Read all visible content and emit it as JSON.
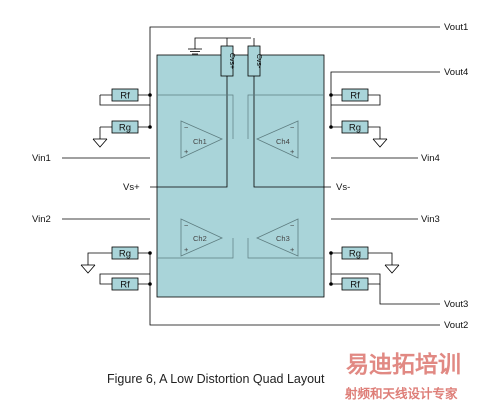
{
  "pins": {
    "vout1": "Vout1",
    "vout4": "Vout4",
    "vin1": "Vin1",
    "vin4": "Vin4",
    "vs_plus": "Vs+",
    "vs_minus": "Vs-",
    "vin2": "Vin2",
    "vin3": "Vin3",
    "vout3": "Vout3",
    "vout2": "Vout2"
  },
  "resistors": {
    "rf": "Rf",
    "rg": "Rg"
  },
  "channels": [
    "Ch1",
    "Ch4",
    "Ch2",
    "Ch3"
  ],
  "caps": {
    "cvs_plus": "Cvs+",
    "cvs_minus": "Cvs-"
  },
  "opamp_signs": {
    "minus": "−",
    "plus": "+"
  },
  "caption": "Figure 6, A Low Distortion Quad Layout",
  "watermark": {
    "title": "易迪拓培训",
    "subtitle": "射频和天线设计专家"
  },
  "colors": {
    "package_fill": "#a9d4d9",
    "component_fill": "#a9d4d9",
    "line": "#000000",
    "inner_trace": "#5e7d80",
    "watermark_red": "#c8281e"
  }
}
